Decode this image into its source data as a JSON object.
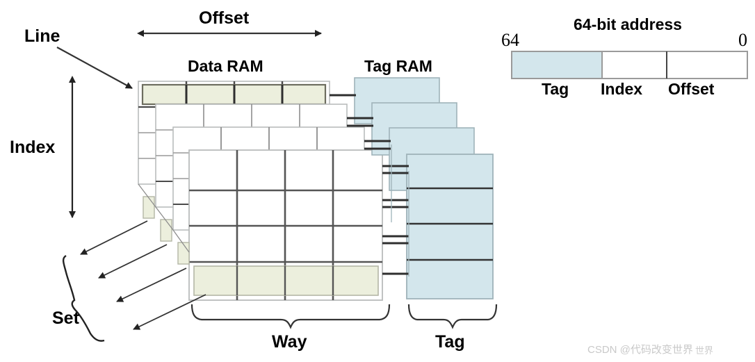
{
  "title": "Cache organisation diagram",
  "labels": {
    "line": "Line",
    "offset": "Offset",
    "index": "Index",
    "set": "Set",
    "way": "Way",
    "tag_brace": "Tag",
    "data_ram": "Data RAM",
    "tag_ram": "Tag RAM"
  },
  "address": {
    "title": "64-bit address",
    "msb": "64",
    "lsb": "0",
    "fields": [
      {
        "name": "Tag",
        "label": "Tag",
        "filled": true
      },
      {
        "name": "Index",
        "label": "Index",
        "filled": false
      },
      {
        "name": "Offset",
        "label": "Offset",
        "filled": false
      }
    ]
  },
  "colors": {
    "tag_fill": "#d3e6ec",
    "data_highlight": "#ecefdd",
    "panel_fill": "#ffffff",
    "panel_stroke": "#b9bcbc",
    "grid_stroke": "#5a5a5a",
    "text": "#000000",
    "watermark": "#c9c9c9"
  },
  "structure": {
    "data_ram_panels": 4,
    "data_ram_rows": 4,
    "data_ram_cols": 4,
    "tag_ram_panels": 4,
    "tag_ram_rows": 4,
    "highlighted_row_note": "one highlighted line per way"
  },
  "watermark": {
    "text": "CSDN @代码改变世界",
    "overlay": "世界"
  }
}
